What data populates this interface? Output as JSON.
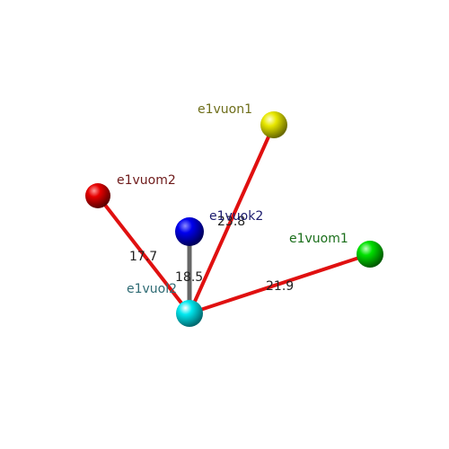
{
  "nodes": [
    {
      "id": "e1vuol2",
      "label": "e1vuol2",
      "color": "#00e8ef",
      "label_color": "#2f6b74"
    },
    {
      "id": "e1vuok2",
      "label": "e1vuok2",
      "color": "#0000ee",
      "label_color": "#1a1a6e"
    },
    {
      "id": "e1vuom2",
      "label": "e1vuom2",
      "color": "#e60000",
      "label_color": "#6e1a1a"
    },
    {
      "id": "e1vuon1",
      "label": "e1vuon1",
      "color": "#e8e800",
      "label_color": "#6e6e1a"
    },
    {
      "id": "e1vuom1",
      "label": "e1vuom1",
      "color": "#00e000",
      "label_color": "#1a6e1a"
    }
  ],
  "edges": [
    {
      "from": "e1vuol2",
      "to": "e1vuom2",
      "value": "17.7",
      "color": "#e01010"
    },
    {
      "from": "e1vuol2",
      "to": "e1vuok2",
      "value": "18.5",
      "color": "#666666"
    },
    {
      "from": "e1vuol2",
      "to": "e1vuon1",
      "value": "23.8",
      "color": "#e01010"
    },
    {
      "from": "e1vuol2",
      "to": "e1vuom1",
      "value": "21.9",
      "color": "#e01010"
    }
  ]
}
